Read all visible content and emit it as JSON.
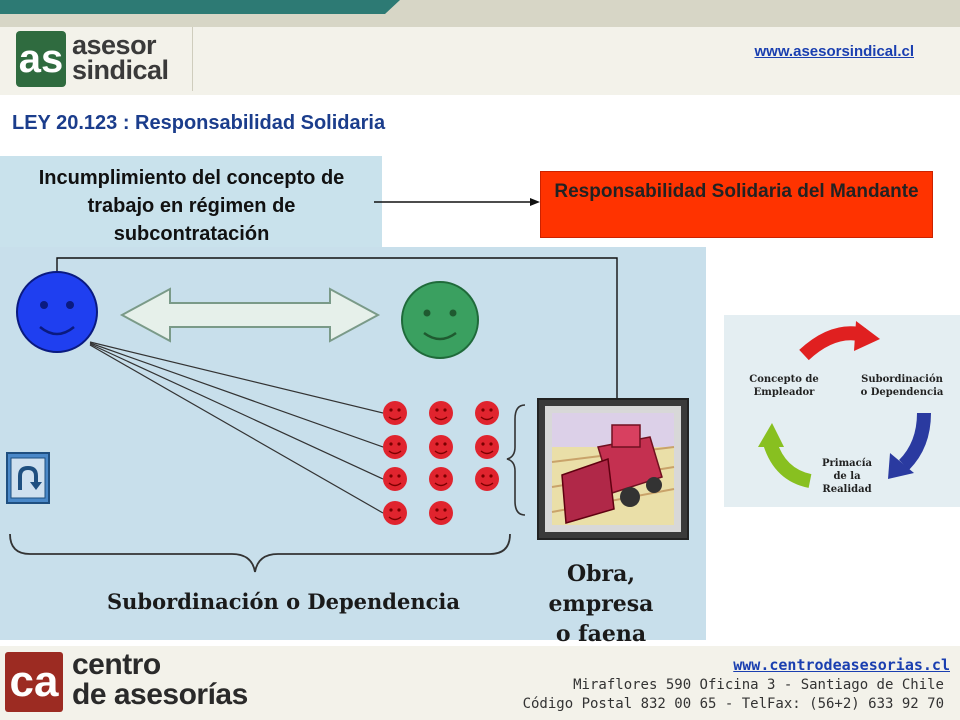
{
  "header": {
    "logo_mark": "as",
    "logo_line1": "asesor",
    "logo_line2": "sindical",
    "site_url": "www.asesorsindical.cl"
  },
  "page_title": "LEY 20.123 : Responsabilidad Solidaria",
  "concept": {
    "text": "Incumplimiento del concepto de trabajo en régimen de subcontratación"
  },
  "result": {
    "text": "Responsabilidad Solidaria del Mandante"
  },
  "diagram": {
    "caption_subordination": "Subordinación o Dependencia",
    "caption_obra_line1": "Obra, empresa",
    "caption_obra_line2": "o faena"
  },
  "cycle": {
    "label_employer_line1": "Concepto de",
    "label_employer_line2": "Empleador",
    "label_sub_line1": "Subordinación",
    "label_sub_line2": "o Dependencia",
    "label_prim_line1": "Primacía",
    "label_prim_line2": "de la",
    "label_prim_line3": "Realidad"
  },
  "footer": {
    "logo_mark": "ca",
    "logo_line1": "centro",
    "logo_line2": "de asesorías",
    "site_url": "www.centrodeasesorias.cl",
    "address": "Miraflores 590 Oficina 3 - Santiago de Chile",
    "postal": "Código Postal 832 00 65 - TelFax: (56+2) 633 92 70"
  },
  "colors": {
    "teal_band": "#2d7a74",
    "title_blue": "#1b3d8c",
    "result_red": "#ff3300",
    "employer_blue": "#1f3ff0",
    "worker_green": "#3aa060",
    "worker_red": "#e0242e"
  },
  "icons": {
    "back_button": "return-arrow-icon"
  }
}
